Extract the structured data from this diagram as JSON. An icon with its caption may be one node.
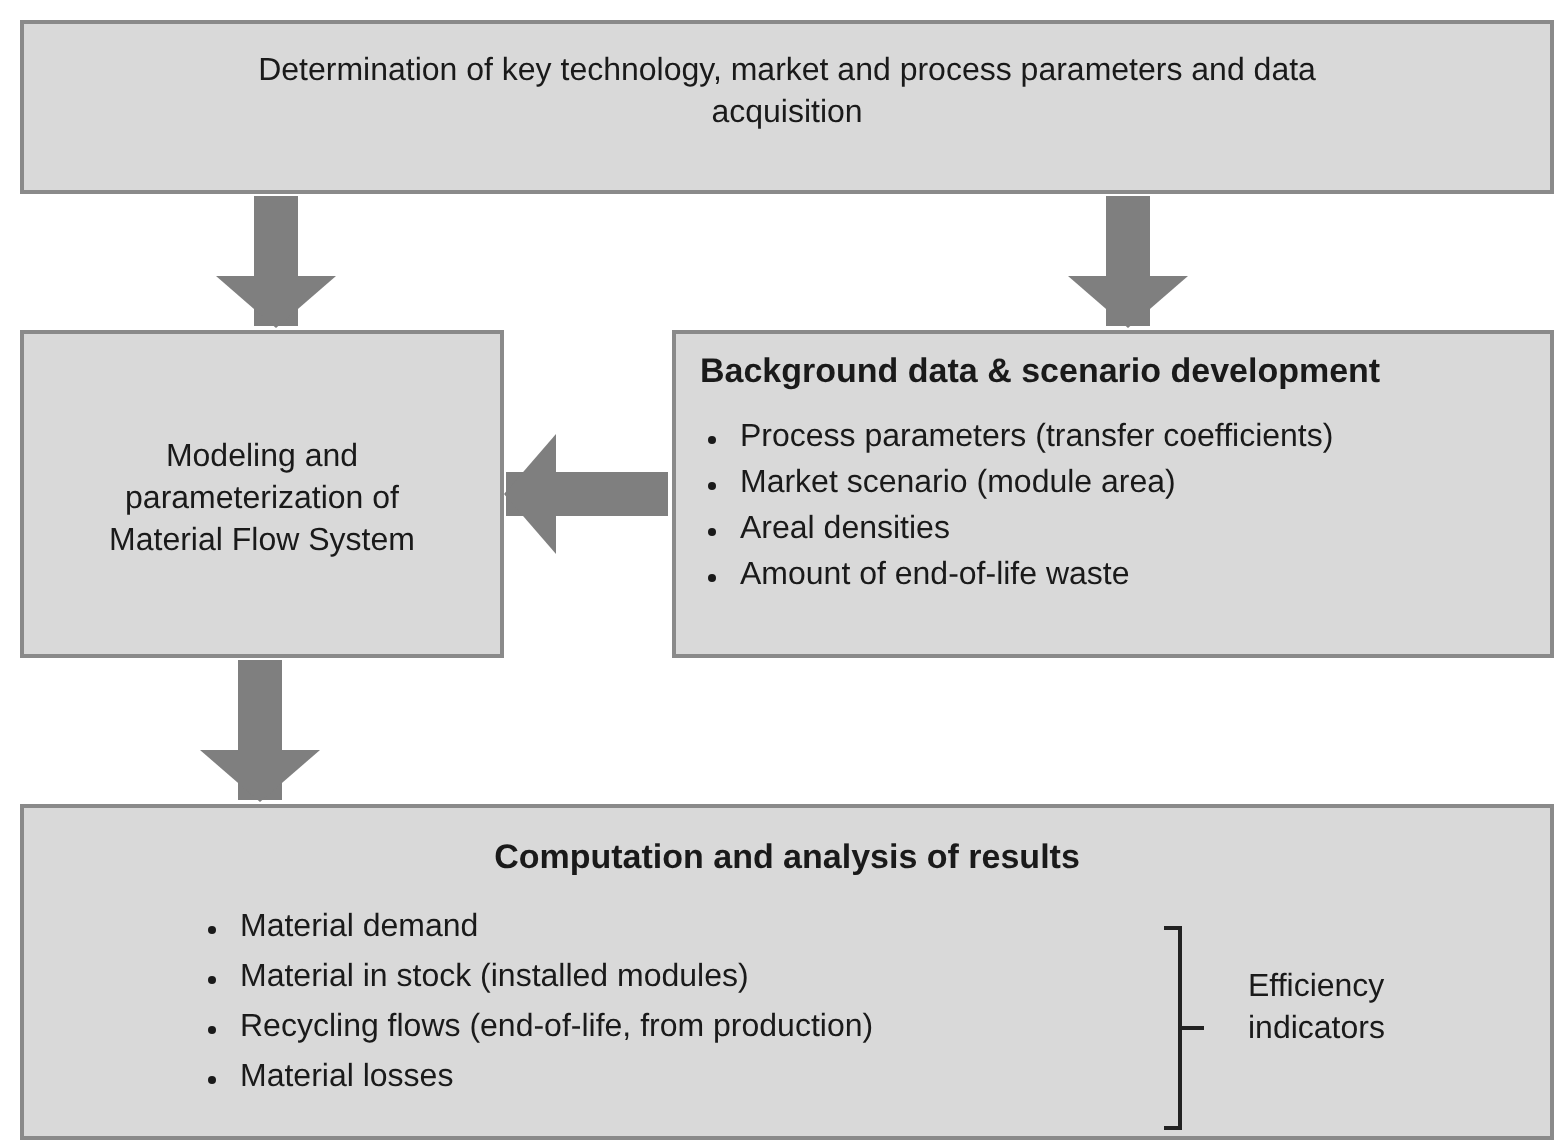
{
  "diagram": {
    "nodes": [
      {
        "text": [
          "Determination of key technology, market and process parameters and data acquisition"
        ]
      },
      {
        "text": [
          "Modeling and parameterization of Material Flow System"
        ]
      },
      {
        "text": [
          "Background data & scenario development",
          "Process parameters (transfer coefficients)",
          "Market scenario (module area)",
          "Areal densities",
          "Amount of end-of-life waste"
        ]
      },
      {
        "text": [
          "Computation and analysis of results",
          "Material demand",
          "Material in stock (installed modules)",
          "Recycling flows (end-of-life, from production)",
          "Material losses",
          "Efficiency indicators"
        ]
      }
    ],
    "edges": [
      {
        "from": 0,
        "to": 1,
        "arrow": "to"
      },
      {
        "from": 0,
        "to": 2,
        "arrow": "to"
      },
      {
        "from": 2,
        "to": 1,
        "arrow": "to"
      },
      {
        "from": 1,
        "to": 3,
        "arrow": "to"
      }
    ]
  }
}
